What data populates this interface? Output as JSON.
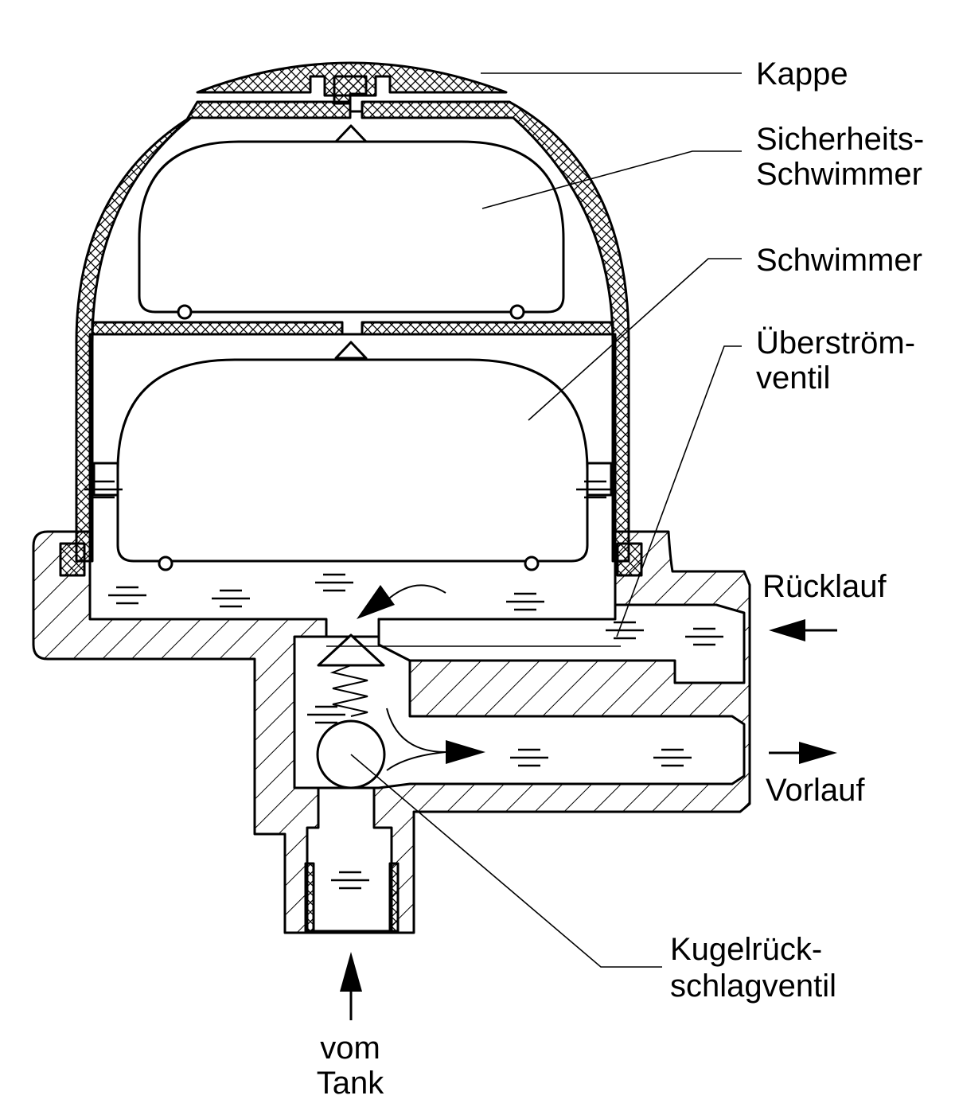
{
  "labels": {
    "kappe": "Kappe",
    "sicherheits_schwimmer_line1": "Sicherheits-",
    "sicherheits_schwimmer_line2": "Schwimmer",
    "schwimmer": "Schwimmer",
    "ueberstroemventil_line1": "Überström-",
    "ueberstroemventil_line2": "ventil",
    "ruecklauf": "Rücklauf",
    "vorlauf": "Vorlauf",
    "kugelrueckschlagventil_line1": "Kugelrück-",
    "kugelrueckschlagventil_line2": "schlagventil",
    "vom_tank_line1": "vom",
    "vom_tank_line2": "Tank"
  },
  "colors": {
    "line": "#000000",
    "background": "#ffffff"
  }
}
